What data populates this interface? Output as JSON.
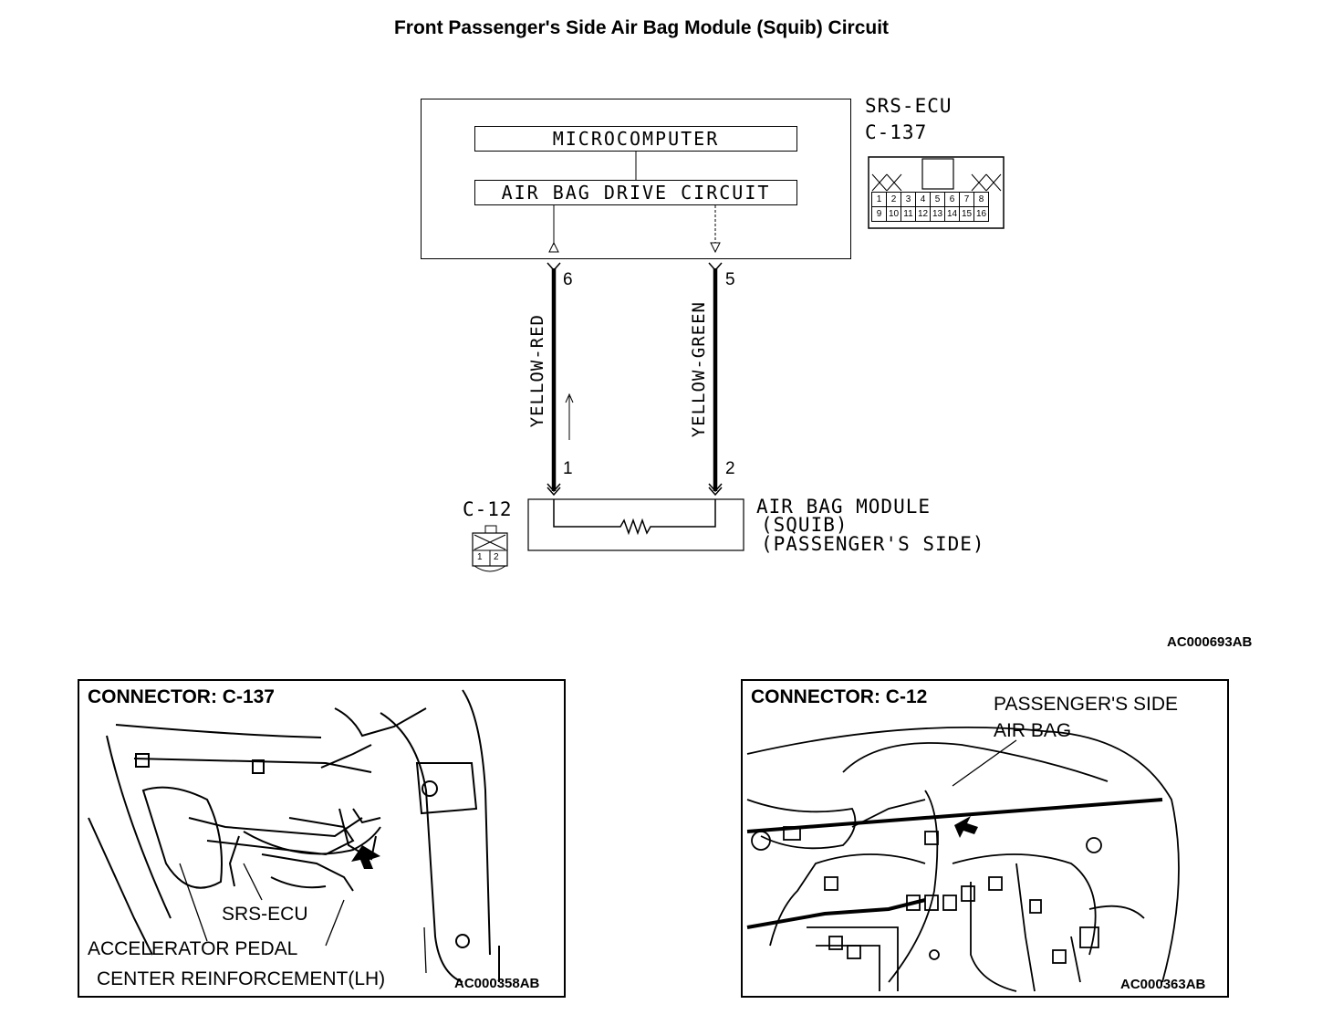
{
  "title": "Front Passenger's Side Air Bag Module (Squib) Circuit",
  "ecu": {
    "name": "SRS-ECU",
    "connector": "C-137",
    "microcomputer_label": "MICROCOMPUTER",
    "drive_circuit_label": "AIR BAG DRIVE CIRCUIT",
    "pins_top": [
      "1",
      "2",
      "3",
      "4",
      "5",
      "6",
      "7",
      "8"
    ],
    "pins_bottom": [
      "9",
      "10",
      "11",
      "12",
      "13",
      "14",
      "15",
      "16"
    ]
  },
  "wires": [
    {
      "color_name": "YELLOW-RED",
      "ecu_pin": "6",
      "module_pin": "1"
    },
    {
      "color_name": "YELLOW-GREEN",
      "ecu_pin": "5",
      "module_pin": "2"
    }
  ],
  "module": {
    "connector": "C-12",
    "label_line1": "AIR BAG MODULE",
    "label_line2": "(SQUIB)",
    "label_line3": "(PASSENGER'S SIDE)",
    "pins": [
      "1",
      "2"
    ]
  },
  "diagram_code": "AC000693AB",
  "panels": [
    {
      "title": "CONNECTOR: C-137",
      "labels": [
        "SRS-ECU",
        "ACCELERATOR PEDAL",
        "CENTER REINFORCEMENT(LH)"
      ],
      "code": "AC000358AB"
    },
    {
      "title": "CONNECTOR: C-12",
      "labels": [
        "PASSENGER'S SIDE",
        "AIR BAG"
      ],
      "code": "AC000363AB"
    }
  ]
}
